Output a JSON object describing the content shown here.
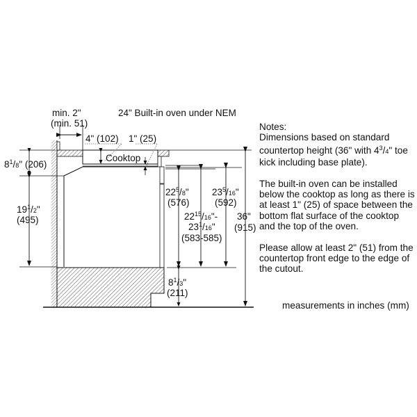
{
  "title": "24\" Built-in oven under NEM",
  "labels": {
    "min_clearance": {
      "line1": "min. 2\"",
      "line2": "(min. 51)"
    },
    "depth_4in": "4\" (102)",
    "gap_1in": "1\" (25)",
    "cooktop": "Cooktop",
    "left_top": {
      "whole": "8",
      "num": "1",
      "den": "8",
      "rest": "\" (206)"
    },
    "left_mid": {
      "whole": "19",
      "num": "1",
      "den": "2",
      "rest": "\"",
      "mm": "(495)"
    },
    "dim_576": {
      "whole": "22",
      "num": "5",
      "den": "8",
      "rest": "\"",
      "mm": "(576)"
    },
    "dim_range": {
      "a_whole": "22",
      "a_num": "15",
      "a_den": "16",
      "a_rest": "\"-",
      "b_whole": "23",
      "b_num": "1",
      "b_den": "16",
      "b_rest": "\"",
      "mm": "(583-585)"
    },
    "dim_592": {
      "whole": "23",
      "num": "5",
      "den": "16",
      "rest": "\"",
      "mm": "(592)"
    },
    "dim_36": {
      "inch": "36\"",
      "mm": "(915)"
    },
    "dim_211": {
      "whole": "8",
      "num": "1",
      "den": "3",
      "rest": "\"",
      "mm": "(211)"
    }
  },
  "notes": {
    "header": "Notes:",
    "para1_a": "Dimensions based on standard countertop height (36\" with 4",
    "para1_num": "3",
    "para1_den": "4",
    "para1_b": "\" toe kick including base plate).",
    "para2": "The built-in oven can be installed below the cooktop as long as there is at least 1\" (25) of space between the bottom flat surface of the cooktop and the top of the oven.",
    "para3": "Please allow at least 2\" (51) from the countertop front edge to the edge of the cutout."
  },
  "footer": "measurements in inches (mm)",
  "colors": {
    "line": "#111111",
    "hatch": "#555555",
    "dotted": "#666666"
  }
}
